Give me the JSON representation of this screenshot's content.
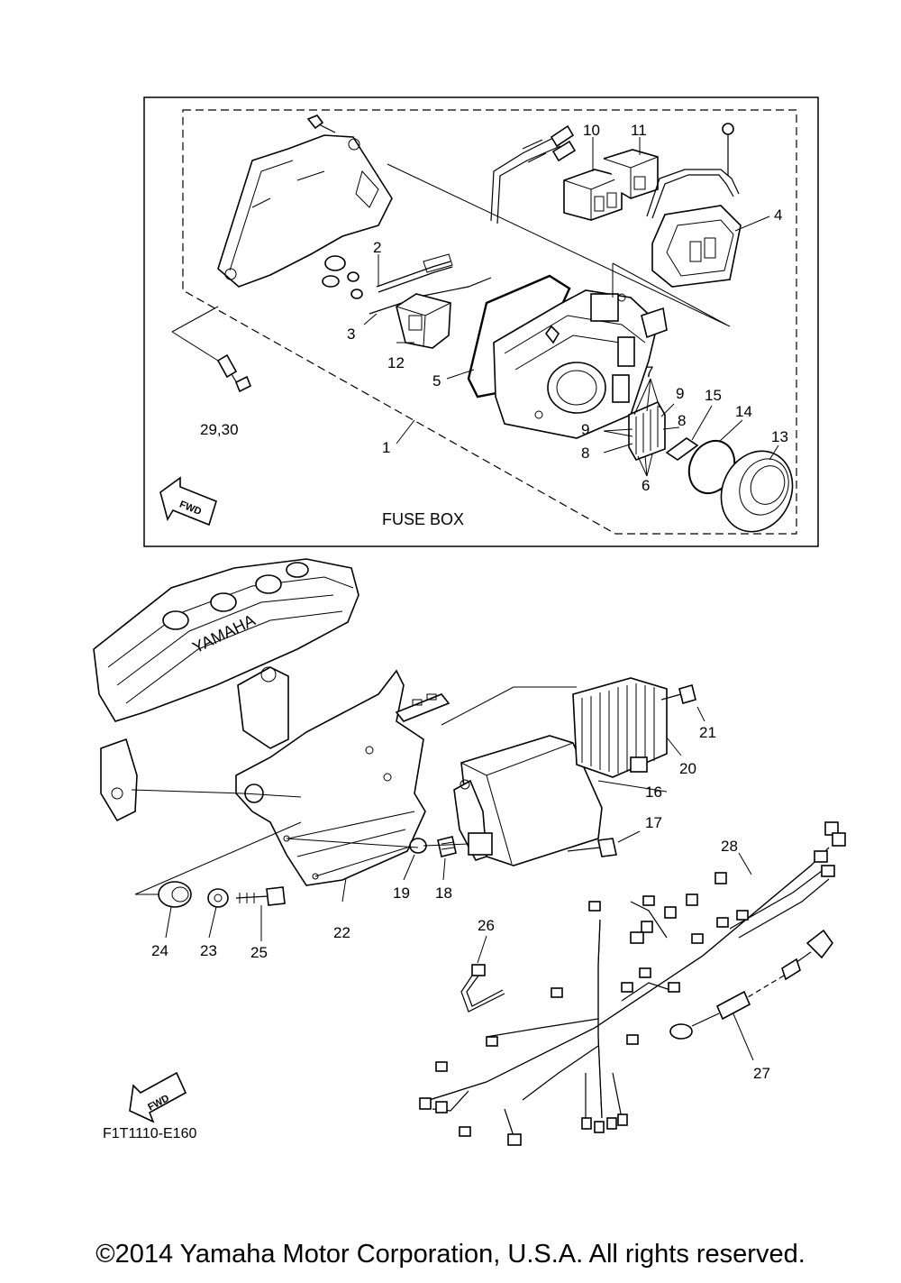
{
  "diagram": {
    "fuse_box_label": "FUSE BOX",
    "drawing_code": "F1T1110-E160",
    "fwd_label": "FWD",
    "callouts": [
      "1",
      "2",
      "3",
      "4",
      "5",
      "6",
      "7",
      "8",
      "8",
      "9",
      "9",
      "10",
      "11",
      "12",
      "13",
      "14",
      "15",
      "16",
      "17",
      "18",
      "19",
      "20",
      "21",
      "22",
      "23",
      "24",
      "25",
      "26",
      "27",
      "28",
      "29,30"
    ],
    "brand_on_engine": "YAMAHA"
  },
  "footer": {
    "copyright": "©2014 Yamaha Motor Corporation, U.S.A. All rights reserved."
  }
}
